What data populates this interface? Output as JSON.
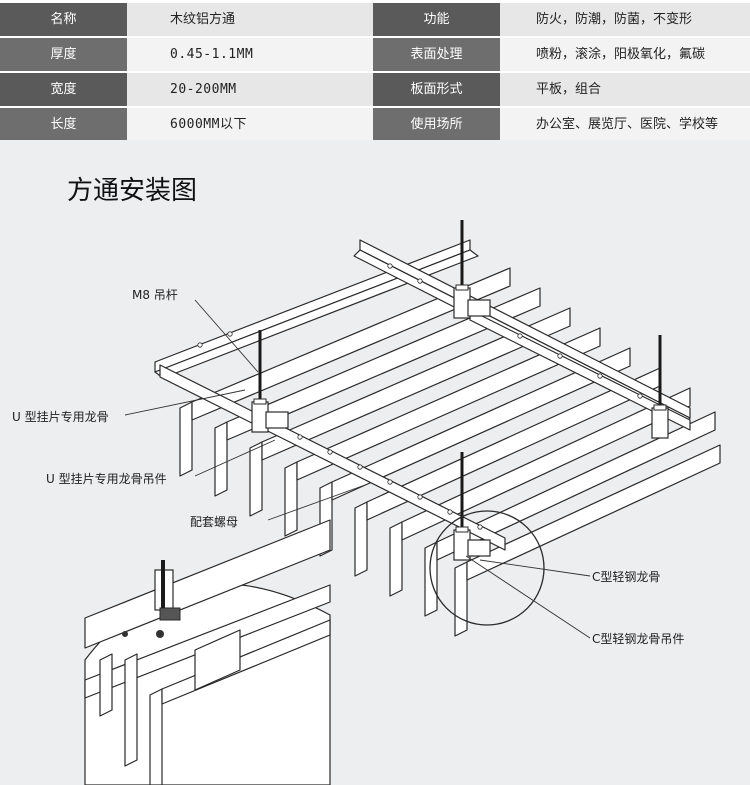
{
  "specs": [
    {
      "label1": "名称",
      "value1": "木纹铝方通",
      "label2": "功能",
      "value2": "防火，防潮，防菌，不变形"
    },
    {
      "label1": "厚度",
      "value1": "0.45-1.1MM",
      "label2": "表面处理",
      "value2": "喷粉，滚涂，阳极氧化，氟碳"
    },
    {
      "label1": "宽度",
      "value1": "20-200MM",
      "label2": "板面形式",
      "value2": "平板，组合"
    },
    {
      "label1": "长度",
      "value1": "6000MM以下",
      "label2": "使用场所",
      "value2": "办公室、展览厅、医院、学校等"
    }
  ],
  "diagram": {
    "title": "方通安装图",
    "labels": {
      "m8_rod": "M8 吊杆",
      "u_keel": "U 型挂片专用龙骨",
      "u_keel_hanger": "U 型挂片专用龙骨吊件",
      "nut": "配套螺母",
      "c_keel": "C型轻钢龙骨",
      "c_keel_hanger": "C型轻钢龙骨吊件"
    }
  },
  "colors": {
    "header_dark": "#5a5a5a",
    "header_light": "#6e6e6e",
    "value_dark": "#e7e7e7",
    "value_light": "#f3f3f3",
    "diagram_bg": "#edeef0"
  }
}
